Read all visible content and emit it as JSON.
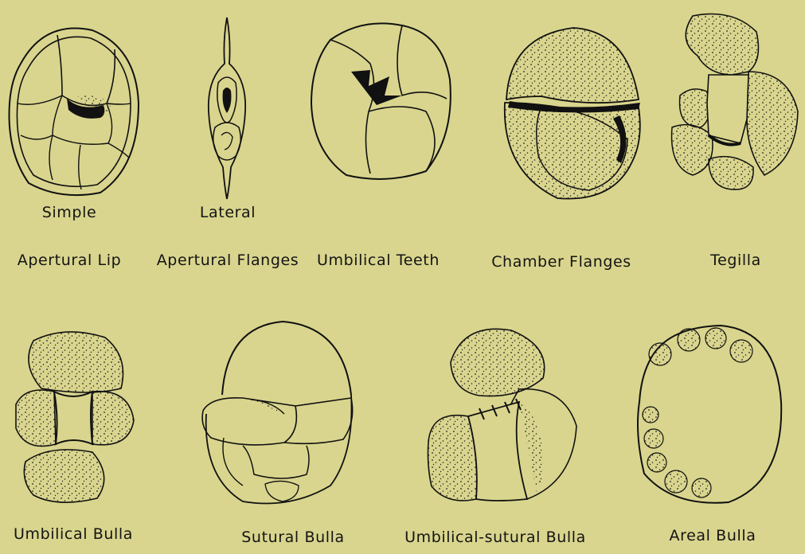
{
  "row1": {
    "top_labels": {
      "simple": "Simple",
      "lateral": "Lateral"
    },
    "captions": [
      "Apertural Lip",
      "Apertural Flanges",
      "Umbilical Teeth",
      "Chamber Flanges",
      "Tegilla"
    ]
  },
  "row2": {
    "captions": [
      "Umbilical Bulla",
      "Sutural Bulla",
      "Umbilical-sutural Bulla",
      "Areal Bulla"
    ]
  },
  "colors": {
    "background": "#d9d58e",
    "ink": "#111111"
  }
}
